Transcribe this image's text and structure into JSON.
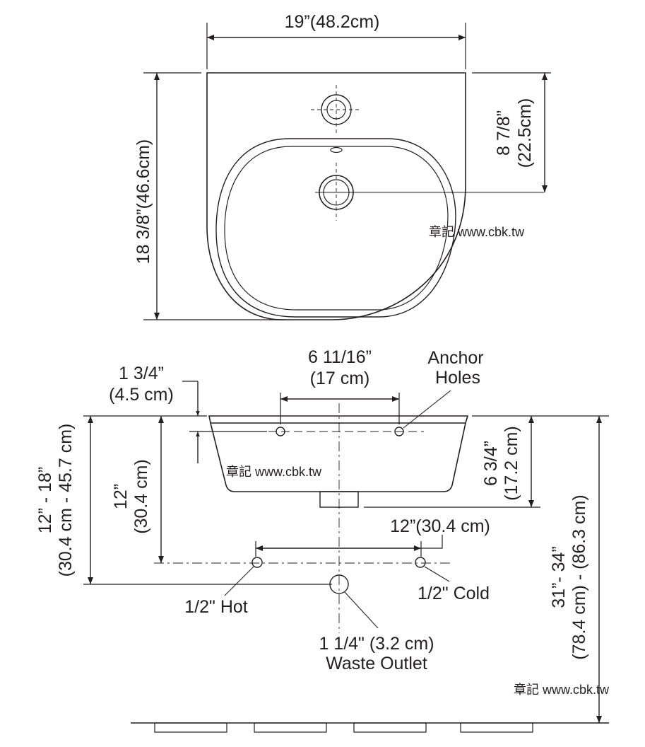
{
  "top_view": {
    "width_label": "19”(48.2cm)",
    "height_label": "18 3/8”(46.6cm)",
    "offset_label_line1": "8 7/8”",
    "offset_label_line2": "(22.5cm)"
  },
  "side_view": {
    "rim_label_line1": "1 3/4”",
    "rim_label_line2": "(4.5 cm)",
    "anchor_spacing_line1": "6 11/16”",
    "anchor_spacing_line2": "(17 cm)",
    "anchor_line1": "Anchor",
    "anchor_line2": "Holes",
    "range_line1": "12” - 18”",
    "range_line2": "(30.4 cm - 45.7 cm)",
    "drop_line1": "12”",
    "drop_line2": "(30.4 cm)",
    "depth_line1": "6 3/4”",
    "depth_line2": "(17.2 cm)",
    "supply_spacing": "12”(30.4 cm)",
    "hot_label": "1/2\" Hot",
    "cold_label": "1/2\" Cold",
    "waste_line1": "1 1/4\" (3.2 cm)",
    "waste_line2": "Waste Outlet",
    "floor_line1": "31”- 34”",
    "floor_line2": "(78.4 cm) - (86.3 cm)"
  },
  "watermarks": [
    "章記 www.cbk.tw",
    "章記 www.cbk.tw",
    "章記 www.cbk.tw"
  ]
}
